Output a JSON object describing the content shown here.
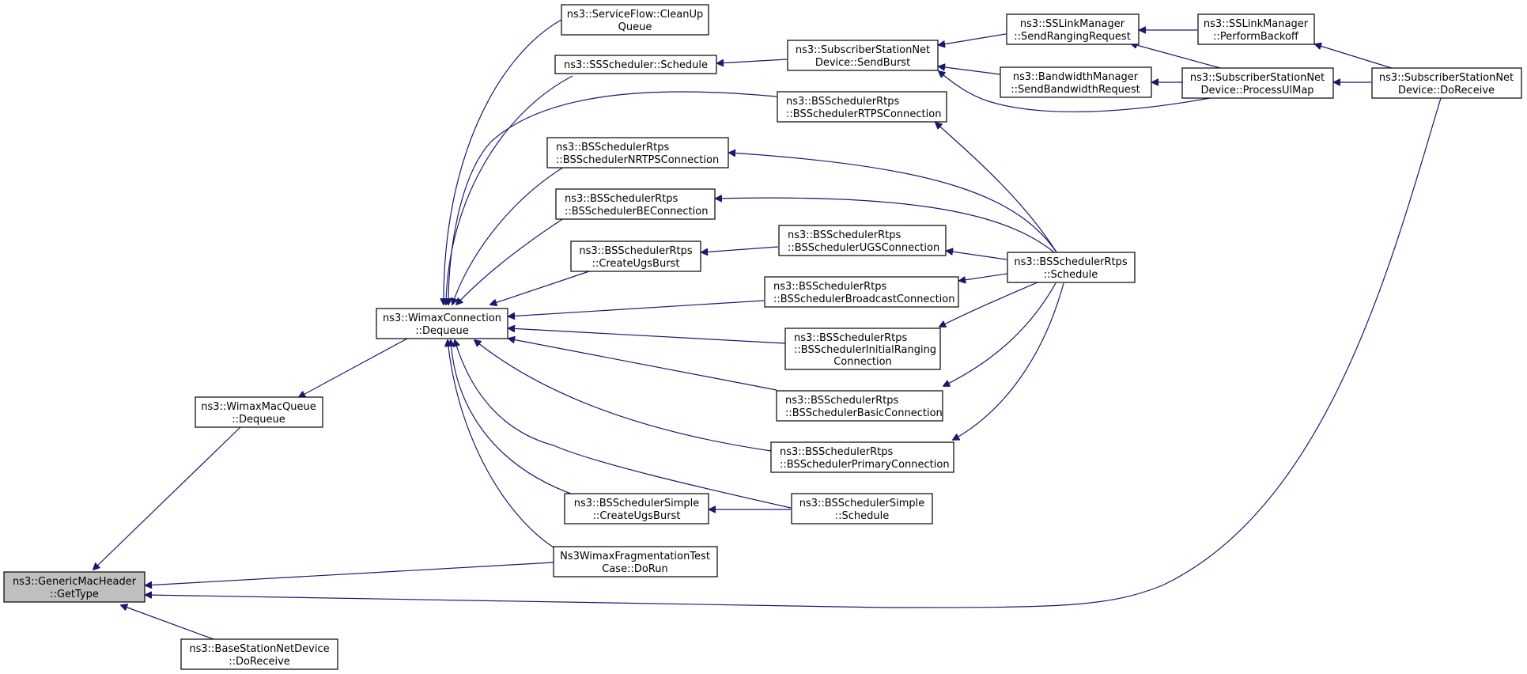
{
  "colors": {
    "edge": "#191970",
    "root_fill": "#bfbfbf",
    "node_fill": "#ffffff",
    "border": "#000000"
  },
  "nodes": {
    "root": [
      "ns3::GenericMacHeader",
      "::GetType"
    ],
    "bsnd": [
      "ns3::BaseStationNetDevice",
      "::DoReceive"
    ],
    "wmq": [
      "ns3::WimaxMacQueue",
      "::Dequeue"
    ],
    "wcd": [
      "ns3::WimaxConnection",
      "::Dequeue"
    ],
    "ftc": [
      "Ns3WimaxFragmentationTest",
      "Case::DoRun"
    ],
    "ssdr": [
      "ns3::SubscriberStationNet",
      "Device::DoReceive"
    ],
    "sfcq": [
      "ns3::ServiceFlow::CleanUp",
      "Queue"
    ],
    "sss": [
      "ns3::SSScheduler::Schedule"
    ],
    "nrtps": [
      "ns3::BSSchedulerRtps",
      "::BSSchedulerNRTPSConnection"
    ],
    "be": [
      "ns3::BSSchedulerRtps",
      "::BSSchedulerBEConnection"
    ],
    "rcub": [
      "ns3::BSSchedulerRtps",
      "::CreateUgsBurst"
    ],
    "scub": [
      "ns3::BSSchedulerSimple",
      "::CreateUgsBurst"
    ],
    "ssnsb": [
      "ns3::SubscriberStationNet",
      "Device::SendBurst"
    ],
    "rtps": [
      "ns3::BSSchedulerRtps",
      "::BSSchedulerRTPSConnection"
    ],
    "ugs": [
      "ns3::BSSchedulerRtps",
      "::BSSchedulerUGSConnection"
    ],
    "bcast": [
      "ns3::BSSchedulerRtps",
      "::BSSchedulerBroadcastConnection"
    ],
    "ir": [
      "ns3::BSSchedulerRtps",
      "::BSSchedulerInitialRanging",
      "Connection"
    ],
    "basic": [
      "ns3::BSSchedulerRtps",
      "::BSSchedulerBasicConnection"
    ],
    "prim": [
      "ns3::BSSchedulerRtps",
      "::BSSchedulerPrimaryConnection"
    ],
    "sss2": [
      "ns3::BSSchedulerSimple",
      "::Schedule"
    ],
    "lmsrr": [
      "ns3::SSLinkManager",
      "::SendRangingRequest"
    ],
    "bmsbr": [
      "ns3::BandwidthManager",
      "::SendBandwidthRequest"
    ],
    "rsch": [
      "ns3::BSSchedulerRtps",
      "::Schedule"
    ],
    "lmpb": [
      "ns3::SSLinkManager",
      "::PerformBackoff"
    ],
    "ssnpu": [
      "ns3::SubscriberStationNet",
      "Device::ProcessUlMap"
    ]
  }
}
